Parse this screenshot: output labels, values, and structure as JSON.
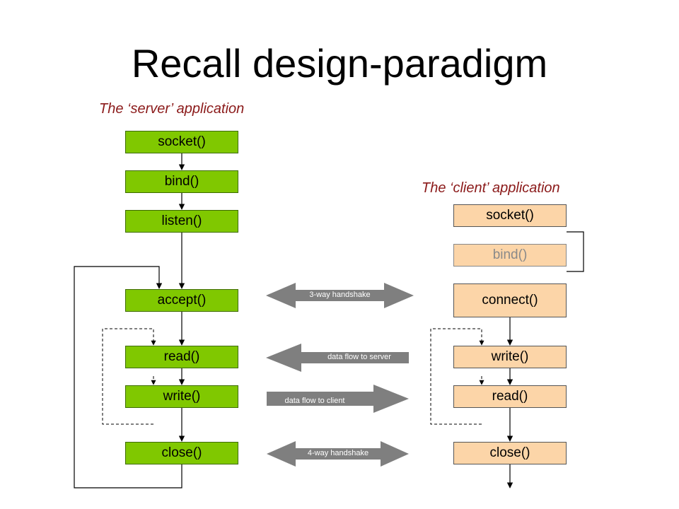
{
  "title": "Recall design-paradigm",
  "server": {
    "caption": "The ‘server’ application",
    "steps": [
      "socket()",
      "bind()",
      "listen()",
      "accept()",
      "read()",
      "write()",
      "close()"
    ]
  },
  "client": {
    "caption": "The ‘client’ application",
    "steps": [
      "socket()",
      "bind()",
      "connect()",
      "write()",
      "read()",
      "close()"
    ]
  },
  "exchanges": [
    {
      "label": "3-way handshake",
      "direction": "both"
    },
    {
      "label": "data flow to server",
      "direction": "left"
    },
    {
      "label": "data flow to client",
      "direction": "right"
    },
    {
      "label": "4-way handshake",
      "direction": "both"
    }
  ],
  "colors": {
    "server_box": "#80c800",
    "client_box": "#fcd5a8",
    "caption": "#8b1a1a",
    "exchange_arrow": "#7f7f7f"
  }
}
